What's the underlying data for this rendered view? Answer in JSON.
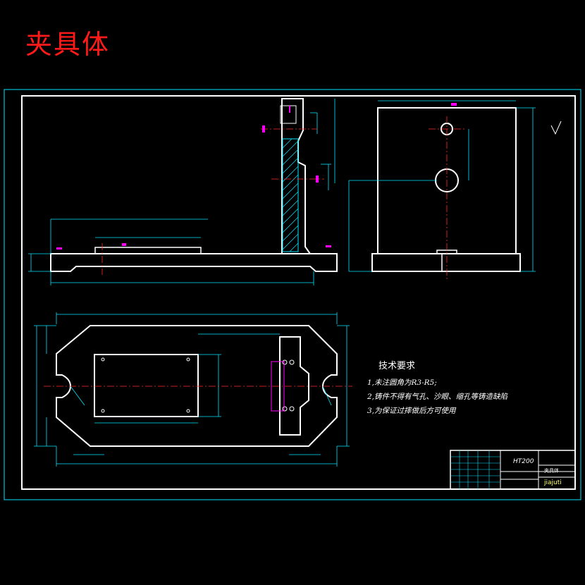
{
  "title": "夹具体",
  "technical_requirements": {
    "header": "技术要求",
    "items": [
      "1,未注圆角为R3-R5;",
      "2,铸件不得有气孔、沙眼、缩孔等铸造缺陷",
      "3,为保证过摔做后方可使用"
    ]
  },
  "title_block": {
    "material": "HT200",
    "part_name": "夹具体",
    "drawing_code": "jiajuti"
  },
  "colors": {
    "background": "#000000",
    "outline": "#ffffff",
    "dimension": "#00e5ff",
    "centerline": "#ff2a2a",
    "highlight": "#ff00ff",
    "title": "#ff1a1a"
  }
}
